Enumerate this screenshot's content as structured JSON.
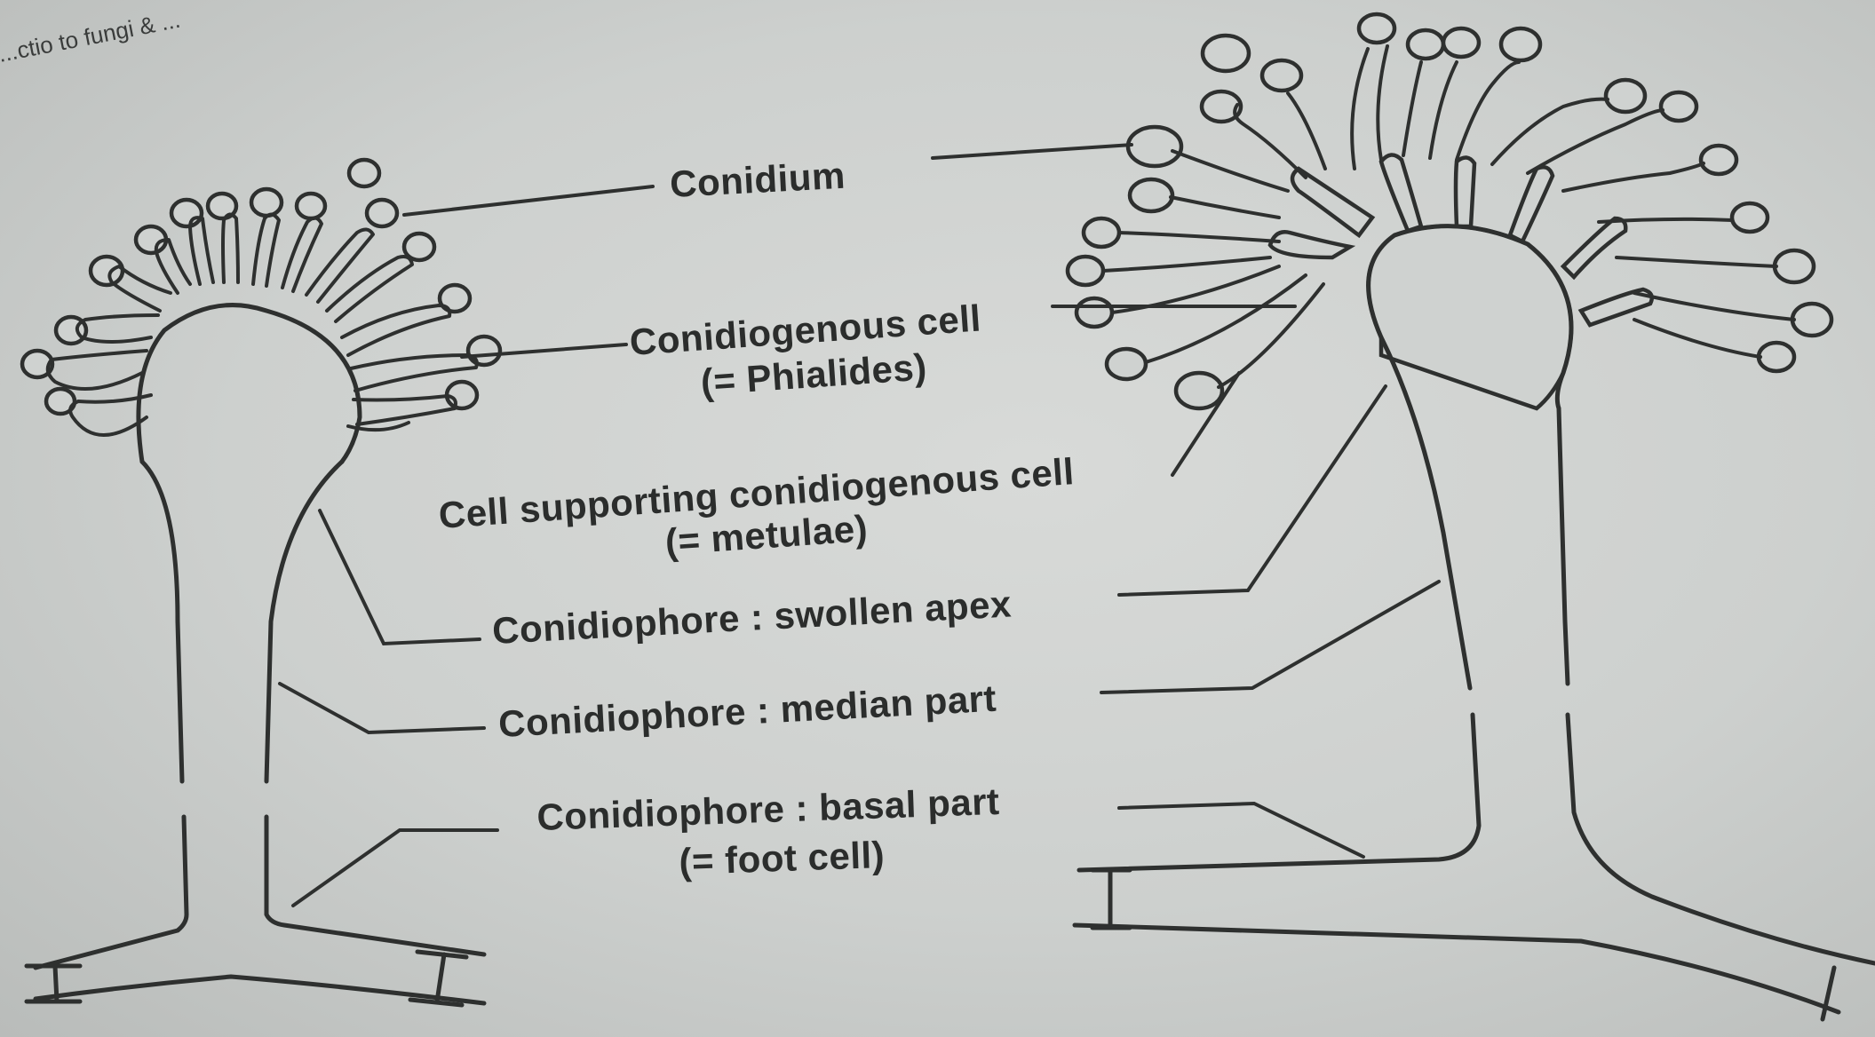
{
  "header_fragment": "...ctio to fungi & ...",
  "labels": {
    "conidium": "Conidium",
    "conidiogenous_cell": "Conidiogenous cell",
    "conidiogenous_cell_alt": "(= Phialides)",
    "supporting_cell": "Cell supporting conidiogenous cell",
    "supporting_cell_alt": "(= metulae)",
    "swollen_apex": "Conidiophore : swollen apex",
    "median_part": "Conidiophore : median part",
    "basal_part": "Conidiophore : basal part",
    "basal_part_alt": "(= foot cell)"
  },
  "colors": {
    "ink": "#2e302f",
    "paper": "#cfd2d0"
  }
}
